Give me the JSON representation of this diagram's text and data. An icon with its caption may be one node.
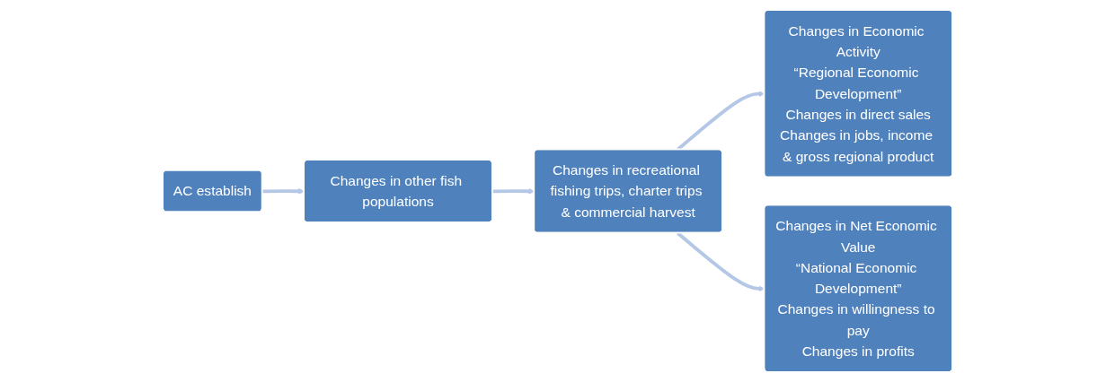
{
  "diagram": {
    "nodes": [
      {
        "text": [
          "AC establish"
        ]
      },
      {
        "text": [
          "Changes in other fish populations"
        ]
      },
      {
        "text": [
          "Changes in recreational fishing trips, charter trips & commercial harvest"
        ]
      },
      {
        "text": [
          "Changes in Economic Activity",
          "“Regional Economic Development”",
          "Changes in direct sales",
          "Changes in jobs, income & gross regional product"
        ]
      },
      {
        "text": [
          "Changes in Net Economic Value",
          "“National Economic Development”",
          "Changes in willingness to pay",
          "Changes in profits"
        ]
      }
    ],
    "edges": [
      {
        "from": 0,
        "to": 1,
        "arrow": "to"
      },
      {
        "from": 1,
        "to": 2,
        "arrow": "to"
      },
      {
        "from": 2,
        "to": 3,
        "arrow": "to"
      },
      {
        "from": 2,
        "to": 4,
        "arrow": "to"
      }
    ]
  }
}
